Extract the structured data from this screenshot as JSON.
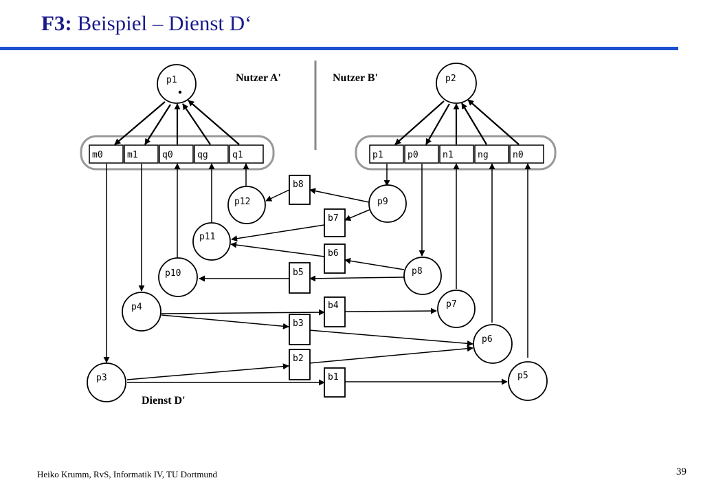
{
  "slide": {
    "title_prefix": "F3:",
    "title_text": " Beispiel – Dienst D‘",
    "footer": "Heiko Krumm, RvS, Informatik IV, TU Dortmund",
    "page_number": "39",
    "accent_color": "#1f4fd1",
    "title_color": "#1a1a8c"
  },
  "diagram": {
    "headings": {
      "user_a": "Nutzer  A'",
      "user_b": "Nutzer  B'",
      "service": "Dienst  D'"
    },
    "interface_a_ports": [
      "m0",
      "m1",
      "q0",
      "qg",
      "q1"
    ],
    "interface_b_ports": [
      "p1",
      "p0",
      "n1",
      "ng",
      "n0"
    ],
    "nodes": [
      "p1",
      "p2",
      "p3",
      "p4",
      "p5",
      "p6",
      "p7",
      "p8",
      "p9",
      "p10",
      "p11",
      "p12"
    ],
    "buffers": [
      "b1",
      "b2",
      "b3",
      "b4",
      "b5",
      "b6",
      "b7",
      "b8"
    ]
  }
}
